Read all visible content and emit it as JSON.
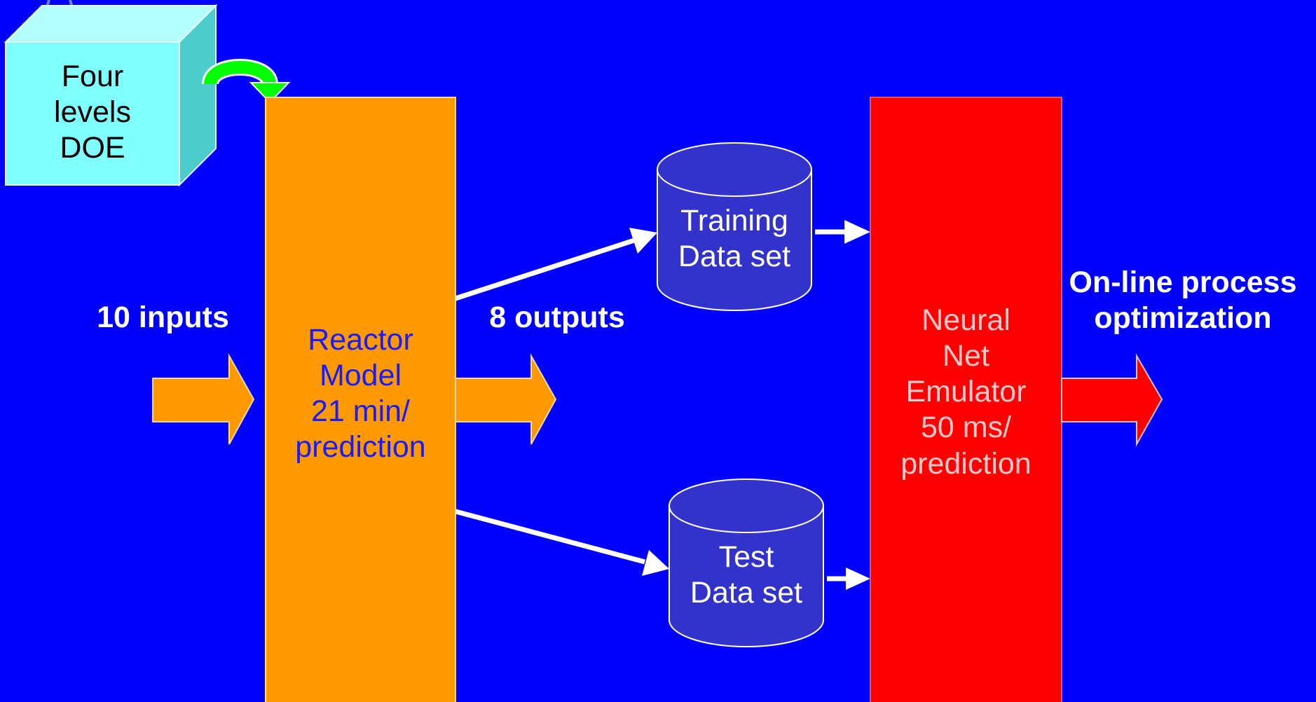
{
  "colors": {
    "background": "#0000ff",
    "reactor_fill": "#ff9900",
    "neural_fill": "#ff0000",
    "cylinder_fill": "#3333cc",
    "cube_front": "#80ffff",
    "cube_side": "#4dcccc",
    "loop_arrow": "#00ff00",
    "arrow_white": "#ffffff"
  },
  "cube": {
    "lines": [
      "Four",
      "levels",
      "DOE"
    ]
  },
  "reactor": {
    "lines": [
      "Reactor",
      "Model",
      "21 min/",
      "prediction"
    ]
  },
  "inputs_label": "10 inputs",
  "outputs_label": "8 outputs",
  "training_db": {
    "lines": [
      "Training",
      "Data set"
    ]
  },
  "test_db": {
    "lines": [
      "Test",
      "Data set"
    ]
  },
  "neural": {
    "lines": [
      "Neural",
      "Net",
      "Emulator",
      "50 ms/",
      "prediction"
    ]
  },
  "optimization": {
    "lines": [
      "On-line process",
      "optimization"
    ]
  }
}
